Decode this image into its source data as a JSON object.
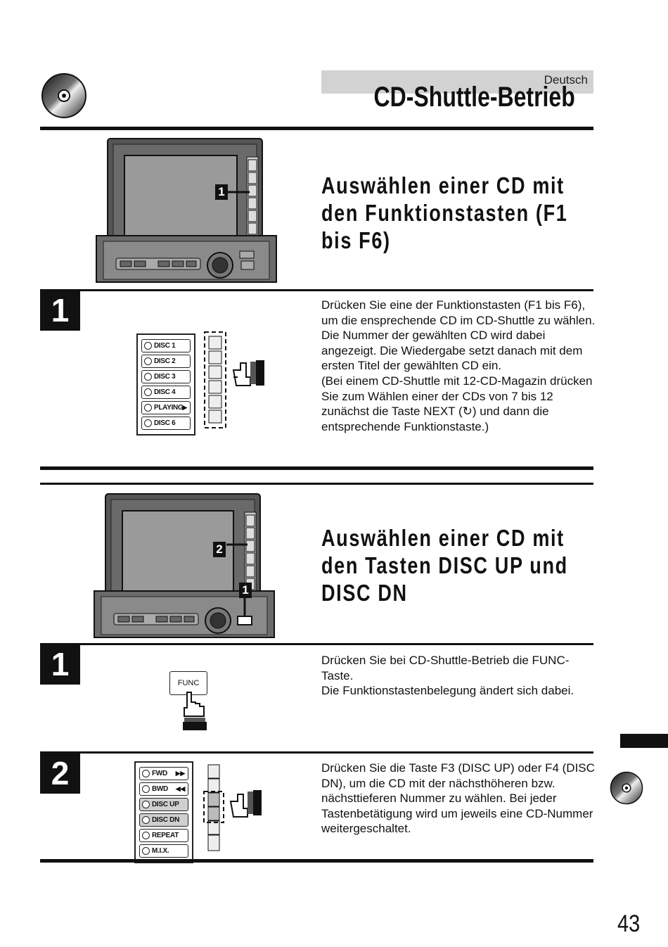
{
  "header": {
    "language": "Deutsch",
    "title": "CD-Shuttle-Betrieb"
  },
  "section1": {
    "title": "Auswählen einer CD mit den Funktionstasten (F1 bis F6)",
    "callout": "1",
    "step": {
      "number": "1",
      "text": "Drücken Sie eine der Funktionstasten (F1 bis F6), um die ensprechende CD im CD-Shuttle zu wählen. Die Nummer der gewählten CD wird dabei angezeigt. Die Wiedergabe setzt danach mit dem ersten Titel der gewählten CD ein.\n(Bei einem CD-Shuttle mit 12-CD-Magazin drücken Sie zum Wählen einer der CDs von 7 bis 12 zunächst die Taste NEXT (↻) und dann die entsprechende Funktionstaste.)",
      "display_items": [
        "DISC 1",
        "DISC 2",
        "DISC 3",
        "DISC 4",
        "PLAYING",
        "DISC 6"
      ]
    }
  },
  "section2": {
    "title": "Auswählen einer CD mit den Tasten DISC UP und DISC DN",
    "callout_top": "2",
    "callout_bottom": "1",
    "step1": {
      "number": "1",
      "button": "FUNC",
      "text": "Drücken Sie bei CD-Shuttle-Betrieb die FUNC-Taste.\nDie Funktionstastenbelegung ändert sich dabei."
    },
    "step2": {
      "number": "2",
      "text": "Drücken Sie die Taste F3 (DISC UP) oder F4 (DISC DN), um die CD mit der nächsthöheren bzw. nächsttieferen Nummer zu wählen. Bei jeder Tastenbetätigung wird um jeweils eine CD-Nummer weitergeschaltet.",
      "display_items": [
        "FWD",
        "BWD",
        "DISC UP",
        "DISC DN",
        "REPEAT",
        "M.I.X."
      ]
    }
  },
  "icons": {
    "header": "cd-disc-icon",
    "side": "cd-disc-icon"
  },
  "page_number": "43"
}
